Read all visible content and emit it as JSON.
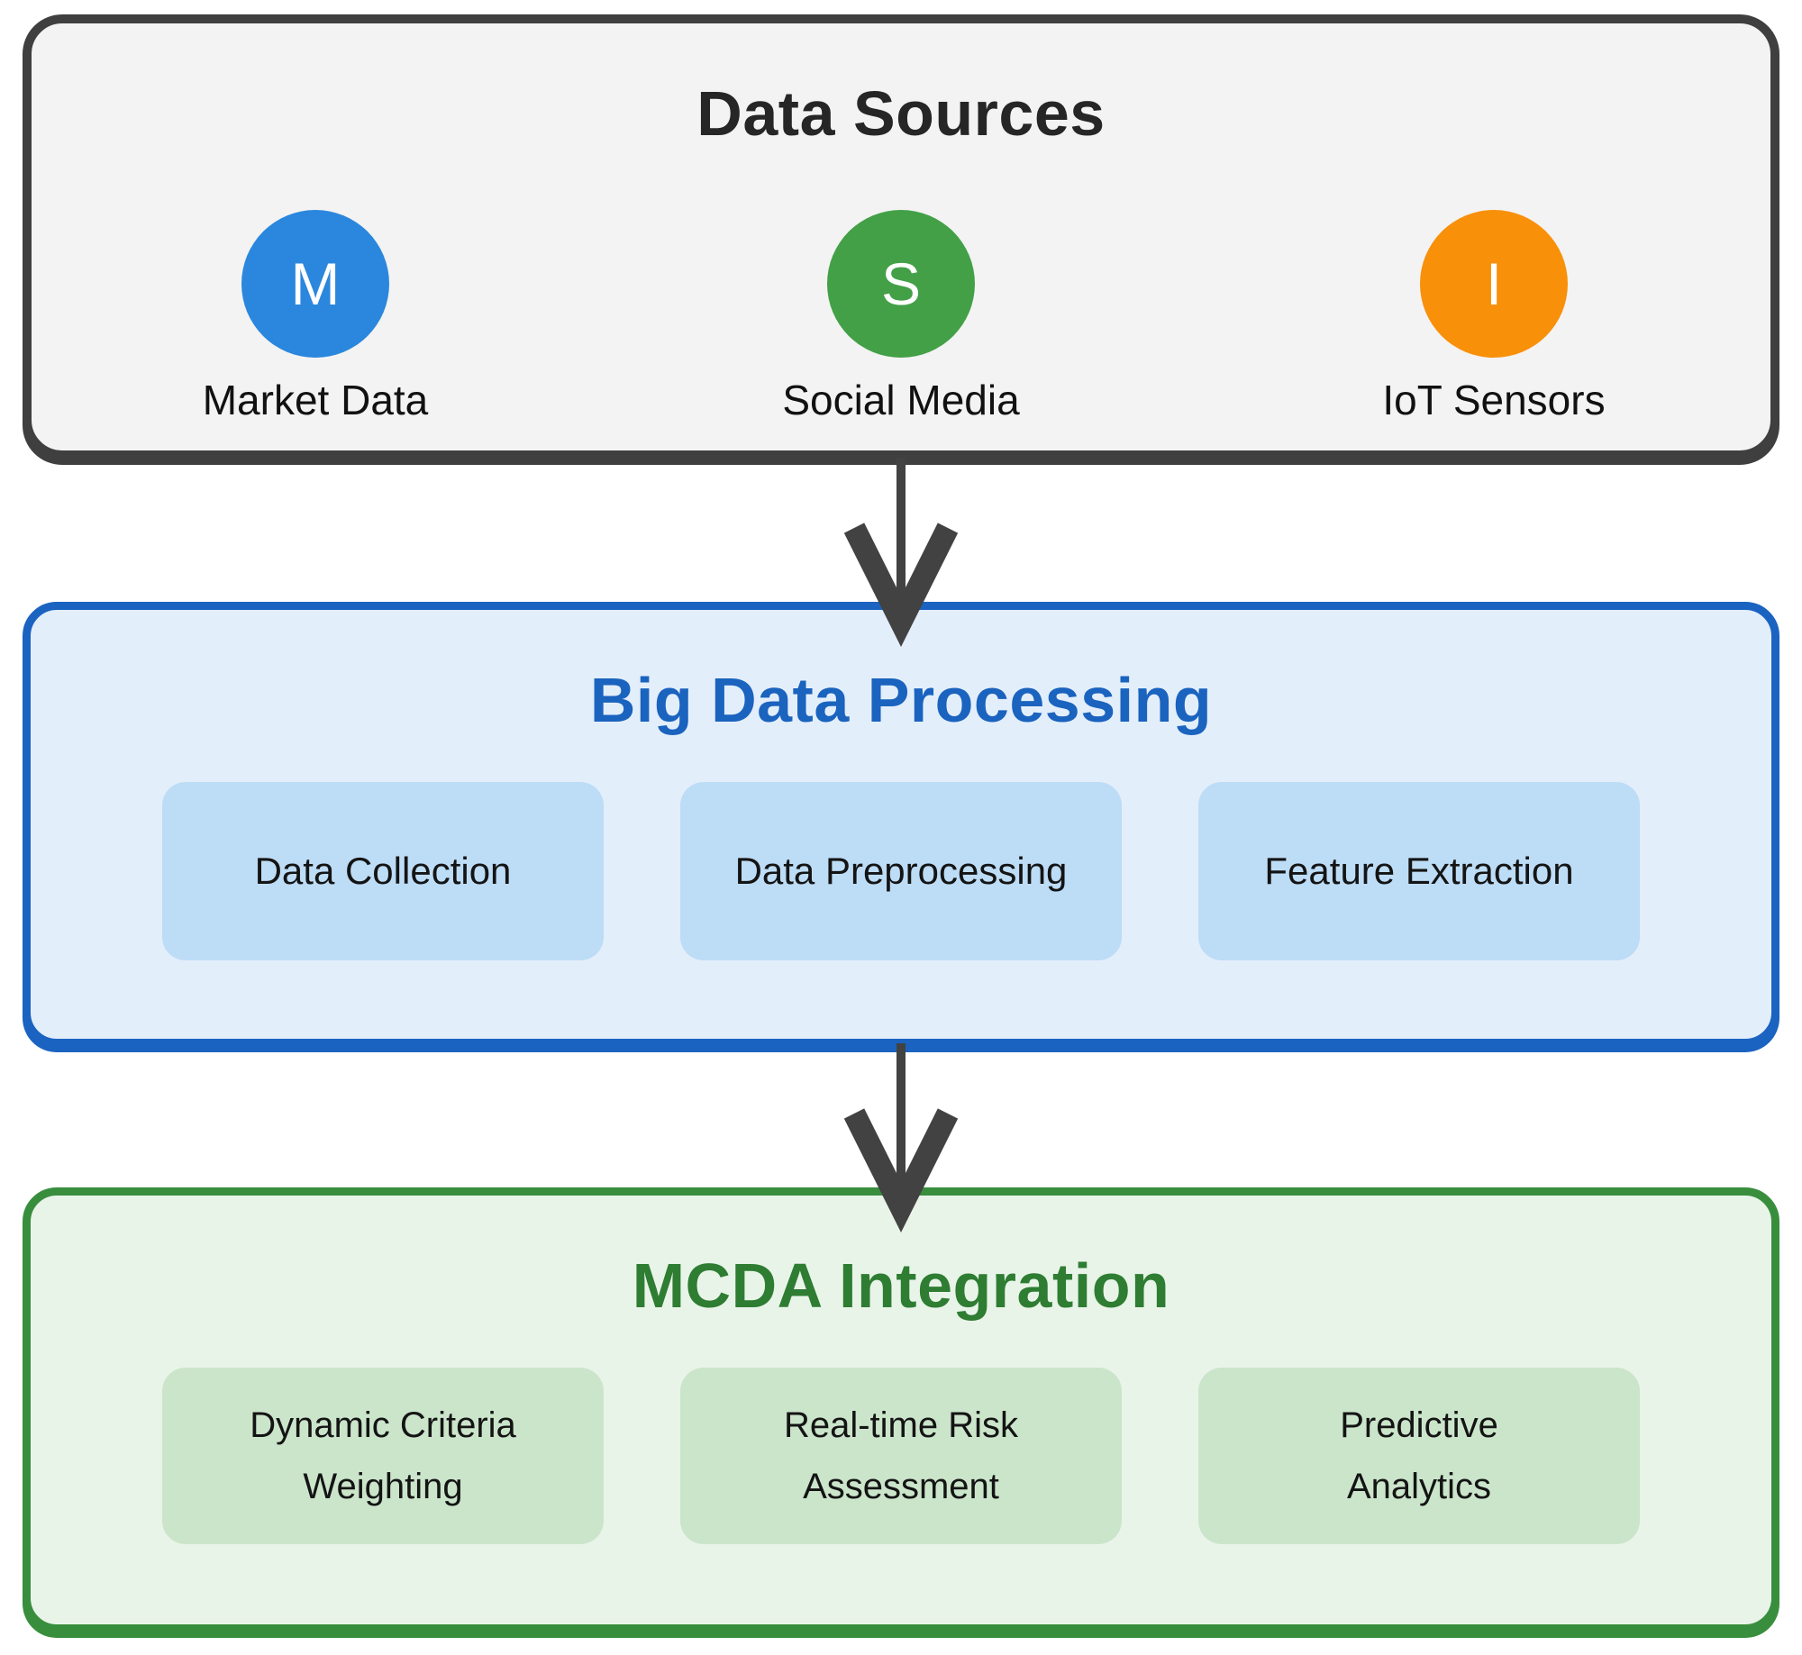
{
  "sources": {
    "title": "Data Sources",
    "items": [
      {
        "letter": "M",
        "label": "Market Data",
        "color": "#2a87dd"
      },
      {
        "letter": "S",
        "label": "Social Media",
        "color": "#43a047"
      },
      {
        "letter": "I",
        "label": "IoT Sensors",
        "color": "#f8900a"
      }
    ]
  },
  "processing": {
    "title": "Big Data Processing",
    "items": [
      {
        "label": "Data Collection"
      },
      {
        "label": "Data Preprocessing"
      },
      {
        "label": "Feature Extraction"
      }
    ]
  },
  "mcda": {
    "title": "MCDA Integration",
    "items": [
      {
        "line1": "Dynamic Criteria",
        "line2": "Weighting"
      },
      {
        "line1": "Real-time Risk",
        "line2": "Assessment"
      },
      {
        "line1": "Predictive",
        "line2": "Analytics"
      }
    ]
  },
  "colors": {
    "page_bg": "#ffffff",
    "sources_box_bg": "#f3f3f3",
    "sources_box_border": "#3f3f3f",
    "sources_title_text": "#262626",
    "market_circle": "#2a87dd",
    "social_circle": "#43a047",
    "iot_circle": "#f8900a",
    "circle_letter_text": "#ffffff",
    "arrow": "#424242",
    "processing_box_bg": "#e3eefb",
    "processing_box_border": "#1b63c1",
    "processing_title_text": "#1a63be",
    "processing_item_bg": "#bddcf6",
    "mcda_box_bg": "#e9f4e9",
    "mcda_box_border": "#388e3c",
    "mcda_title_text": "#2e7d32",
    "mcda_item_bg": "#cbe5cb",
    "item_text": "#141414"
  }
}
